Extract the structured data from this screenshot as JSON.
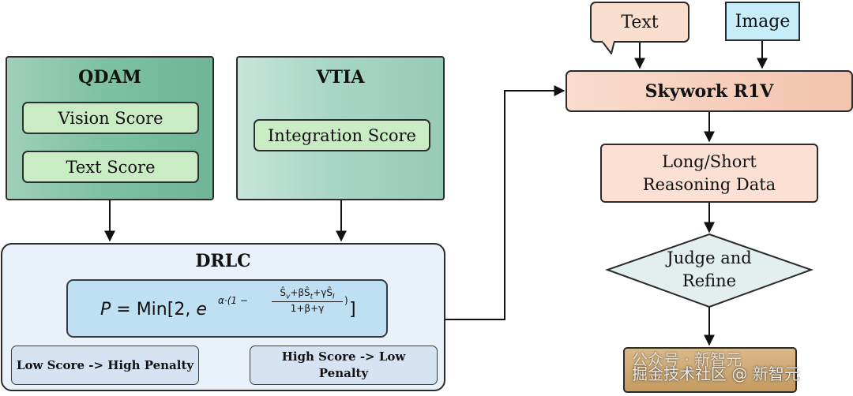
{
  "colors": {
    "qdam_panel": "#7fc1a4",
    "vtia_panel": "#a9d6c6",
    "score_pill": "#c9ecc4",
    "drlc_panel": "#e9f2fb",
    "formula_box": "#bfe0f3",
    "penalty_box": "#d5e3f3",
    "text_input": "#fadfcf",
    "image_input": "#c7ecfa",
    "model_box": "#f3c3ad",
    "data_box": "#fbe0d3",
    "judge_diamond": "#e3eeef",
    "output_box": "#c9a26a"
  },
  "qdam": {
    "title": "QDAM",
    "vision_score": "Vision Score",
    "text_score": "Text Score"
  },
  "vtia": {
    "title": "VTIA",
    "integration_score": "Integration Score"
  },
  "drlc": {
    "title": "DRLC",
    "formula": {
      "lhs": "P = ",
      "fn": "Min",
      "open": "[2, ",
      "base": "e",
      "exp_prefix": "α·(1 −",
      "numerator": "Ŝ",
      "sub_v": "v",
      "plus_beta": "+βŜ",
      "sub_t": "t",
      "plus_gamma": "+γŜ",
      "sub_i": "I",
      "exp_close": ")",
      "denominator": "1+β+γ",
      "close": "]"
    },
    "low_score": "Low Score -> High Penalty",
    "high_score_line1": "High Score -> Low",
    "high_score_line2": "Penalty"
  },
  "inputs": {
    "text": "Text",
    "image": "Image"
  },
  "model": {
    "name": "Skywork R1V"
  },
  "reasoning_data": {
    "line1": "Long/Short",
    "line2": "Reasoning Data"
  },
  "judge": {
    "line1": "Judge and",
    "line2": "Refine"
  },
  "watermark": {
    "line1": "公众号 · 新智元",
    "line2": "掘金技术社区 @ 新智元"
  }
}
